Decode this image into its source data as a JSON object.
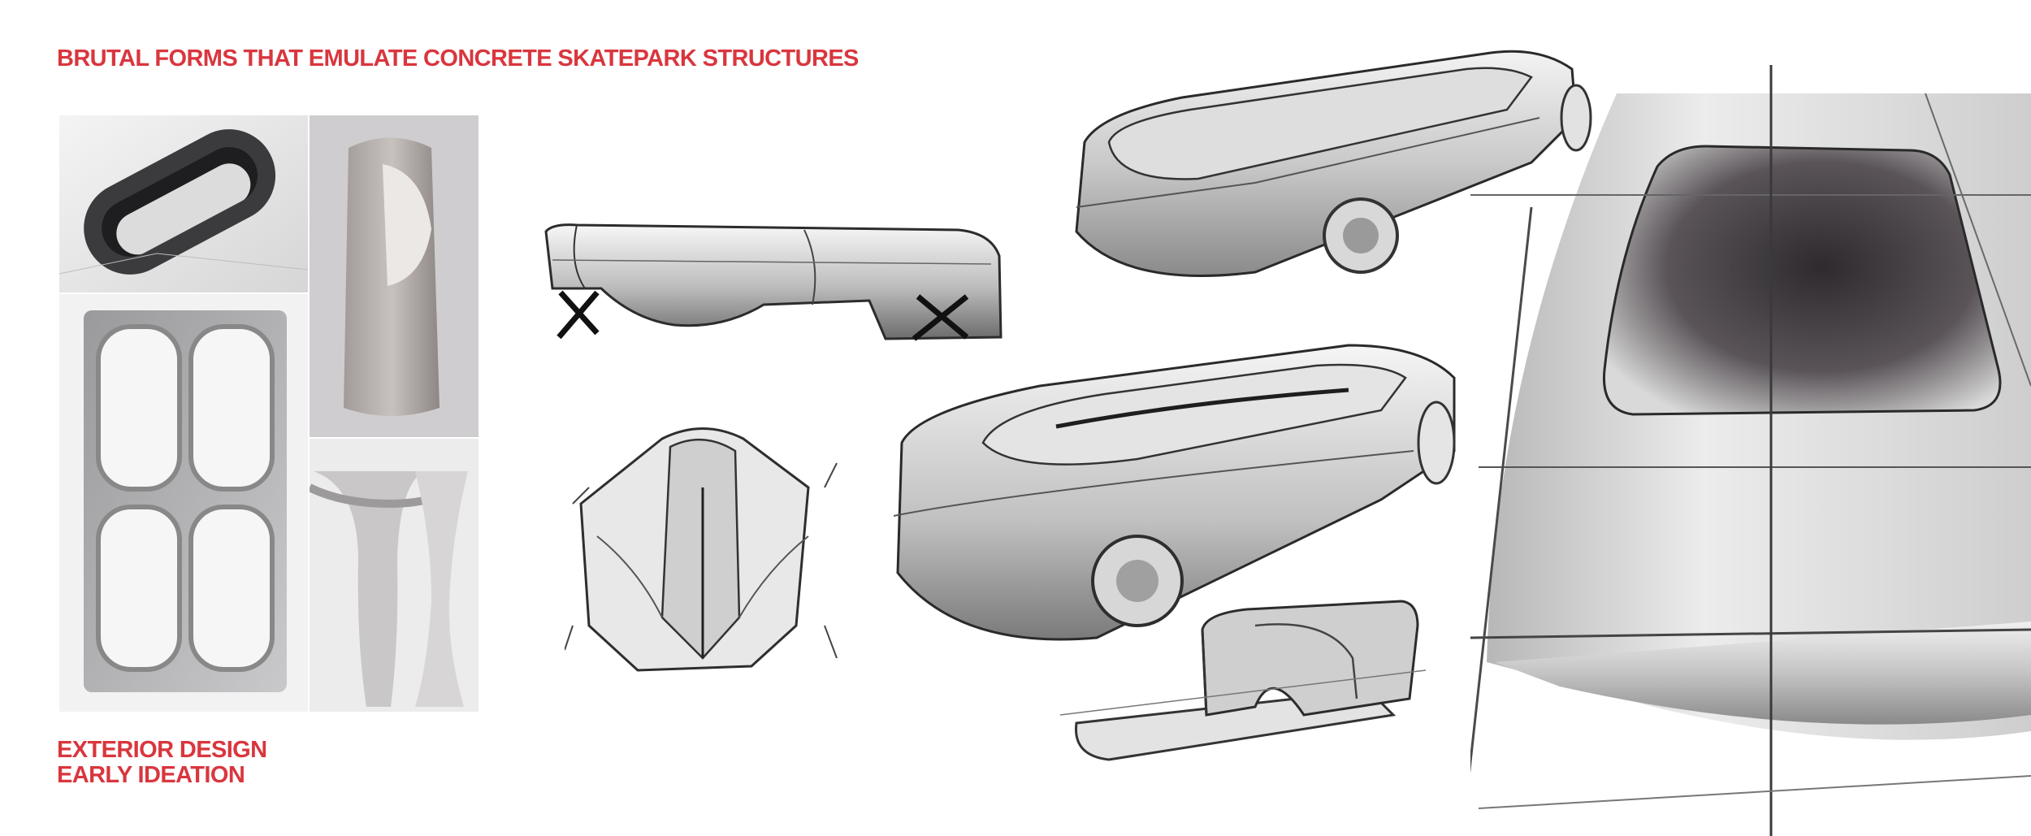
{
  "heading": "BRUTAL FORMS THAT EMULATE CONCRETE SKATEPARK STRUCTURES",
  "caption": {
    "line1": "EXTERIOR DESIGN",
    "line2": "EARLY IDEATION"
  },
  "colors": {
    "accent": "#d9363e",
    "background": "#ffffff",
    "pencil": "#3a3a3a"
  }
}
